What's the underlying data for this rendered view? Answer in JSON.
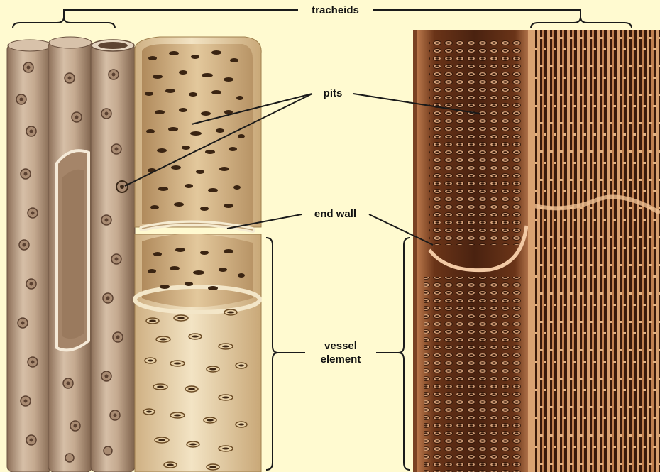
{
  "labels": {
    "tracheids": "tracheids",
    "pits": "pits",
    "end_wall": "end wall",
    "vessel_line1": "vessel",
    "vessel_line2": "element"
  },
  "colors": {
    "background": "#fffad0",
    "tube_dark": "#8c6f58",
    "tube_mid": "#c5aa90",
    "tube_light": "#e0ccb4",
    "vessel_light": "#efdcb8",
    "vessel_mid": "#cfb083",
    "pit_dark": "#3a2412",
    "micrograph_dark": "#3b1c0c",
    "micrograph_mid": "#8a5030",
    "micrograph_light": "#d89a6a",
    "line": "#1a1a1a"
  }
}
